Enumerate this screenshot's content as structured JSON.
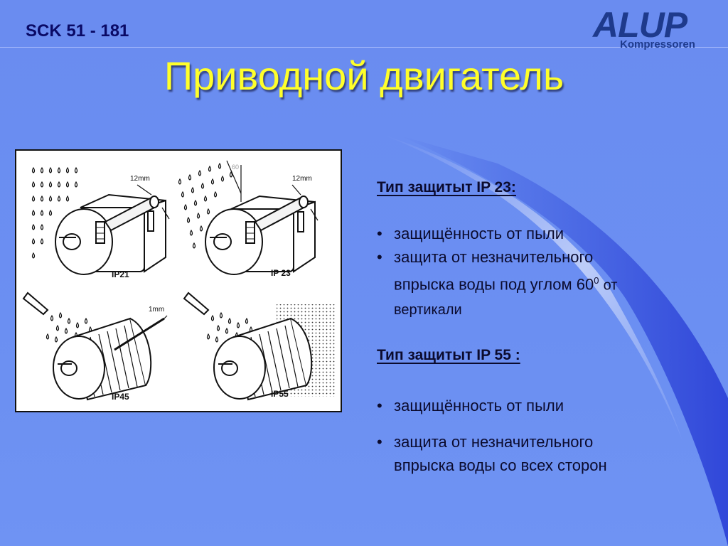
{
  "slide": {
    "code": "SCK 51 - 181",
    "title": "Приводной двигатель",
    "colors": {
      "background": "#6b8ff2",
      "title": "#ffff2a",
      "text": "#0b0b2e",
      "logo": "#1e3a8c"
    }
  },
  "logo": {
    "word": "ALUP",
    "sub": "Kompressoren"
  },
  "figure": {
    "labels": {
      "ip21": "IP21",
      "ip23": "IP 23",
      "ip45": "IP45",
      "ip55": "IP55"
    },
    "measures": {
      "m12a": "12mm",
      "m12b": "12mm",
      "m60": "60",
      "m1": "1mm"
    }
  },
  "ip23": {
    "heading": "Тип защитыт IP 23",
    "heading_colon": ":",
    "bullets": [
      "защищённость от пыли",
      "защита от незначительного",
      "впрыска воды под углом 60",
      "0",
      "от",
      "вертикали"
    ]
  },
  "ip55": {
    "heading": "Тип защитыт IP 55 :",
    "bullets": [
      "защищённость от пыли",
      "защита от незначительного",
      "впрыска воды со всех сторон"
    ]
  },
  "bullet_symbol": "•"
}
